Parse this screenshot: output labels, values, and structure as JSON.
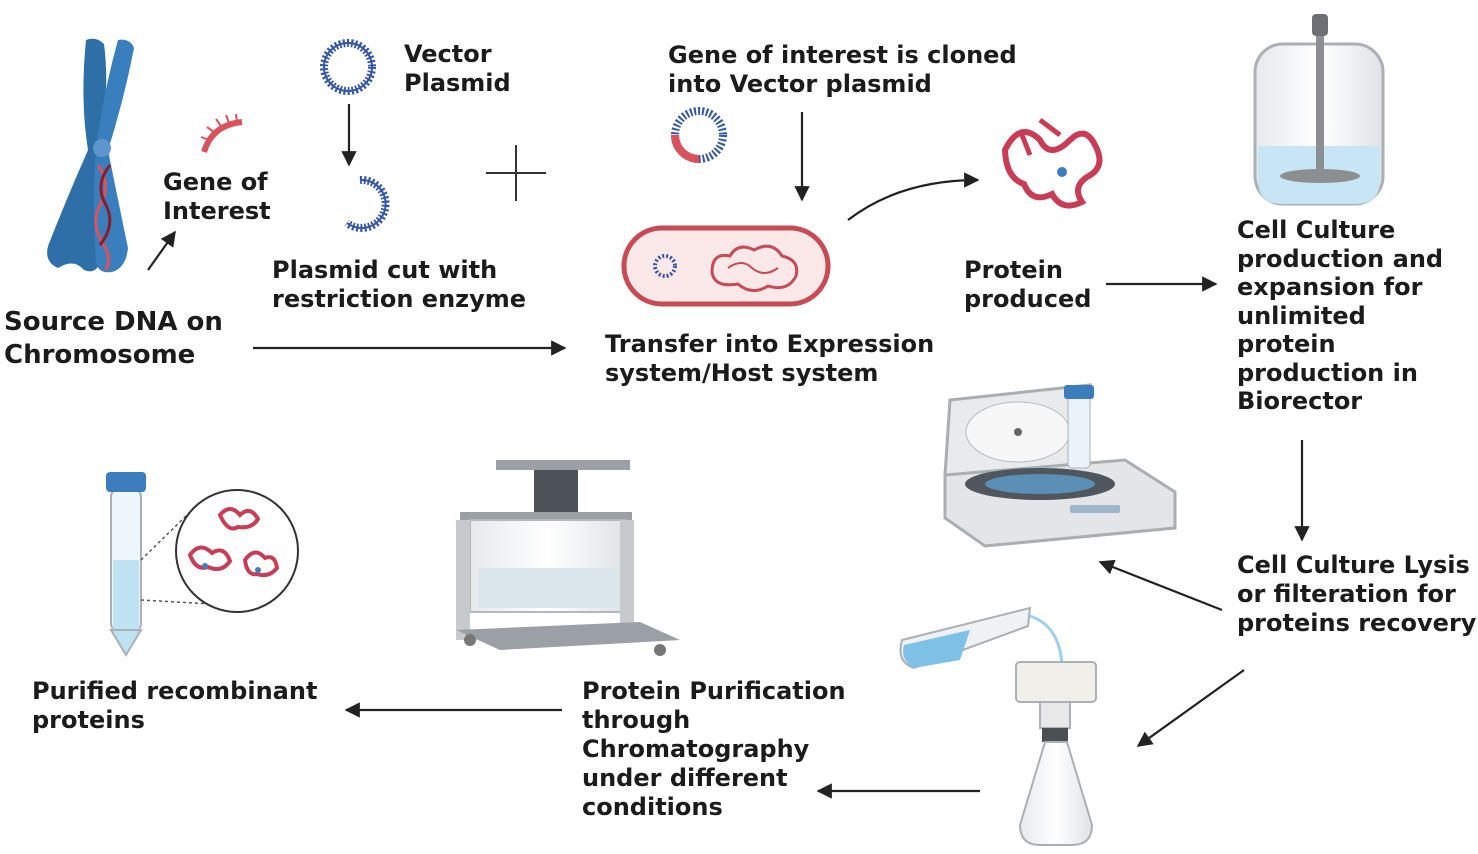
{
  "labels": {
    "source_dna": [
      "Source DNA on",
      "Chromosome"
    ],
    "gene_of_interest": [
      "Gene of",
      "Interest"
    ],
    "vector_plasmid": [
      "Vector",
      "Plasmid"
    ],
    "plasmid_cut": [
      "Plasmid cut with",
      "restriction enzyme"
    ],
    "gene_cloned": [
      "Gene of interest is cloned",
      "into Vector plasmid"
    ],
    "transfer": [
      "Transfer into Expression",
      "system/Host system"
    ],
    "protein_produced": [
      "Protein",
      "produced"
    ],
    "cell_culture": [
      "Cell Culture",
      "production and",
      "expansion for",
      "unlimited",
      "protein",
      "production in",
      "Biorector"
    ],
    "lysis": [
      "Cell Culture Lysis",
      "or filteration for",
      "proteins recovery"
    ],
    "purification": [
      "Protein Purification",
      "through",
      "Chromatography",
      "under different",
      "conditions"
    ],
    "purified": [
      "Purified recombinant",
      "proteins"
    ]
  },
  "colors": {
    "chromosome": "#2f6fa8",
    "plasmid": "#3556a6",
    "insert": "#d9535f",
    "protein": "#c93c55",
    "arrow": "#222222",
    "liquid": "#9fd0ea",
    "cap": "#3d7dbd",
    "metal": "#9aa0a6"
  }
}
